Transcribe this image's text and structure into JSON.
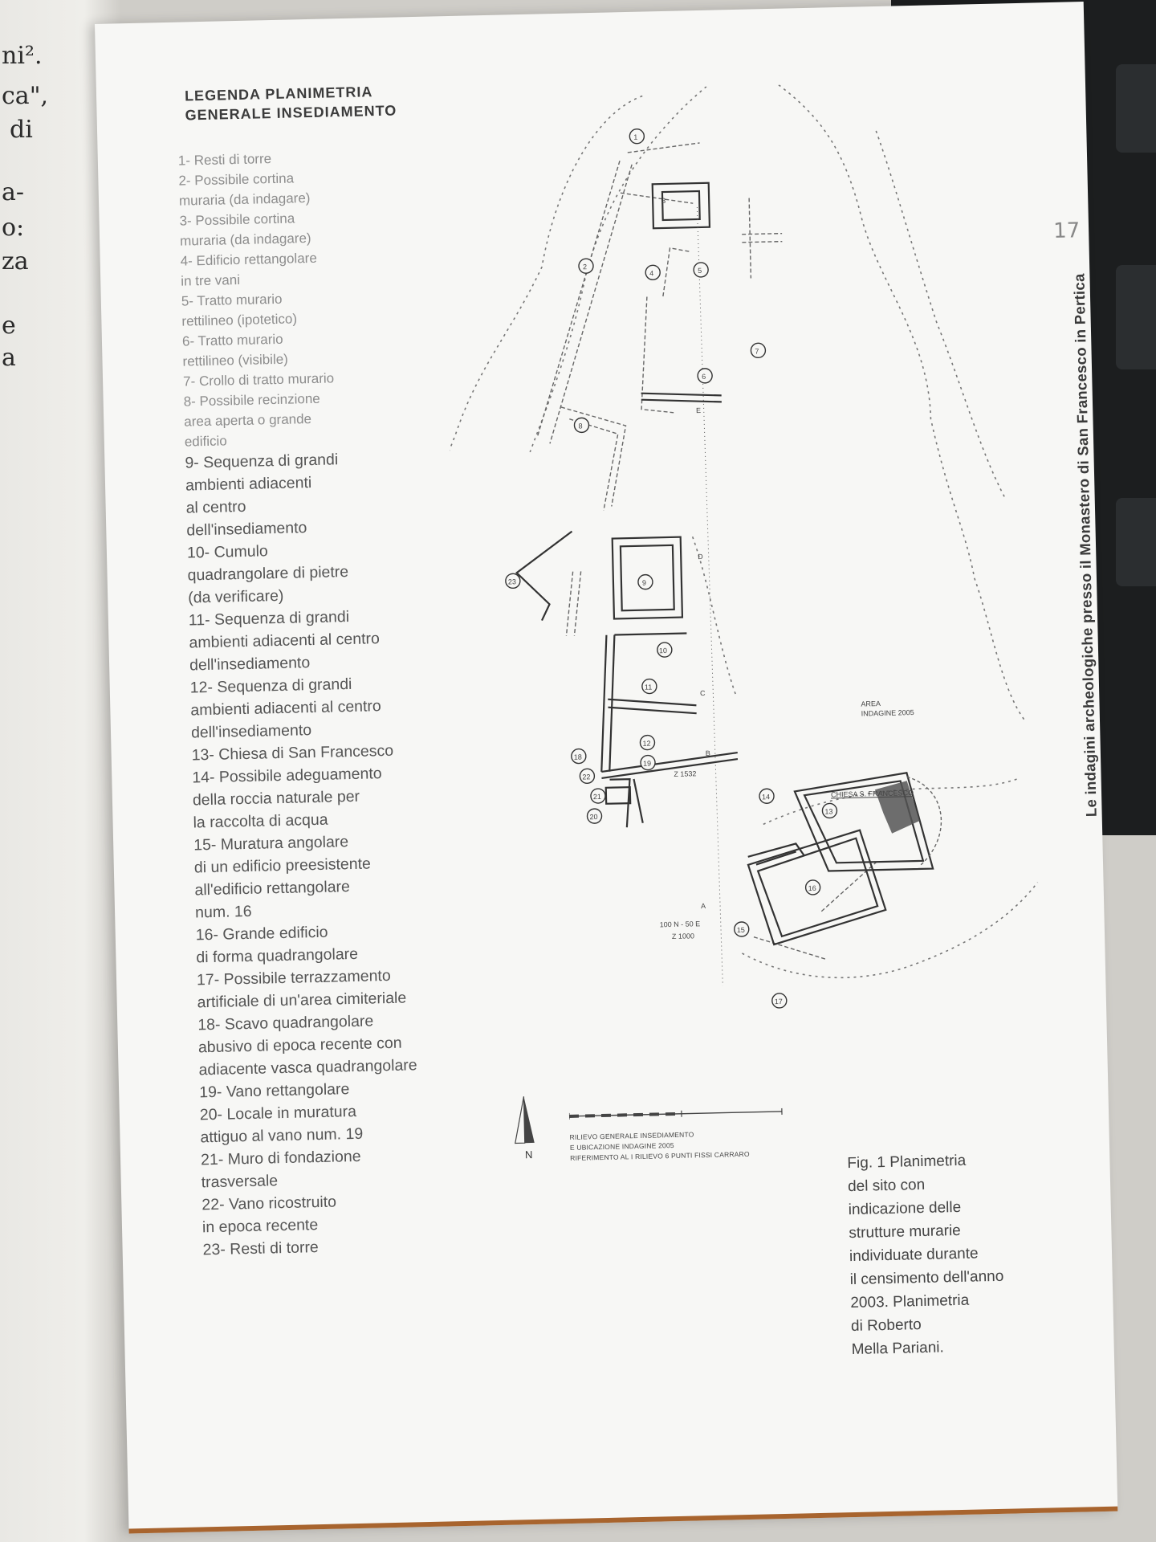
{
  "left_page": {
    "lines": [
      "ni².",
      "ca\",",
      "di",
      "a-",
      "o:",
      "za",
      "e",
      "a"
    ]
  },
  "legend": {
    "title": [
      "LEGENDA PLANIMETRIA",
      "GENERALE INSEDIAMENTO"
    ],
    "items_faint": [
      "1- Resti di torre",
      "2- Possibile cortina",
      "muraria (da indagare)",
      "3- Possibile cortina",
      "muraria (da indagare)",
      "4- Edificio rettangolare",
      "in tre vani",
      "5- Tratto murario",
      "rettilineo (ipotetico)",
      "6- Tratto murario",
      "rettilineo (visibile)",
      "7- Crollo di tratto murario",
      "8- Possibile recinzione",
      "area aperta o grande",
      "edificio"
    ],
    "items": [
      "9- Sequenza di grandi",
      "ambienti adiacenti",
      "al centro",
      "dell'insediamento",
      "10- Cumulo",
      "quadrangolare di pietre",
      "(da verificare)",
      "11- Sequenza di grandi",
      "ambienti adiacenti al centro",
      "dell'insediamento",
      "12- Sequenza di grandi",
      "ambienti adiacenti al centro",
      "dell'insediamento",
      "13- Chiesa di San Francesco",
      "14- Possibile adeguamento",
      "della roccia naturale per",
      "la raccolta di acqua",
      "15- Muratura angolare",
      "di un edificio preesistente",
      "all'edificio rettangolare",
      "num. 16",
      "16- Grande edificio",
      "di forma quadrangolare",
      "17- Possibile terrazzamento",
      "artificiale di un'area cimiteriale",
      "18- Scavo quadrangolare",
      "abusivo di epoca recente con",
      "adiacente vasca quadrangolare",
      "19- Vano rettangolare",
      "20- Locale in muratura",
      "attiguo al vano num. 19",
      "21- Muro di fondazione",
      "trasversale",
      "22- Vano ricostruito",
      "in epoca recente",
      "23- Resti di torre"
    ]
  },
  "page_number": "17",
  "running_title": "Le indagini archeologiche presso il Monastero di San Francesco in Pertica",
  "caption": [
    "Fig. 1 Planimetria",
    "del sito con",
    "indicazione delle",
    "strutture murarie",
    "individuate durante",
    "il censimento dell'anno",
    "2003. Planimetria",
    "di Roberto",
    "Mella Pariani."
  ],
  "plan": {
    "labels": {
      "area": "AREA",
      "indagine": "INDAGINE 2005",
      "chiesa": "CHIESA S. FRANCESCO",
      "z1": "Z 1532",
      "coord": "100 N - 50 E",
      "z2": "Z 1000",
      "sec_a": "A",
      "sec_b": "B",
      "sec_c": "C",
      "sec_d": "D",
      "sec_e": "E"
    },
    "numbers": [
      "1",
      "2",
      "3",
      "4",
      "5",
      "6",
      "7",
      "8",
      "9",
      "10",
      "11",
      "12",
      "13",
      "14",
      "15",
      "16",
      "17",
      "18",
      "19",
      "20",
      "21",
      "22",
      "23"
    ],
    "scale_text": [
      "RILIEVO GENERALE INSEDIAMENTO",
      "E UBICAZIONE INDAGINE 2005",
      "RIFERIMENTO AL I RILIEVO 6 PUNTI FISSI CARRARO"
    ],
    "north": "N"
  }
}
